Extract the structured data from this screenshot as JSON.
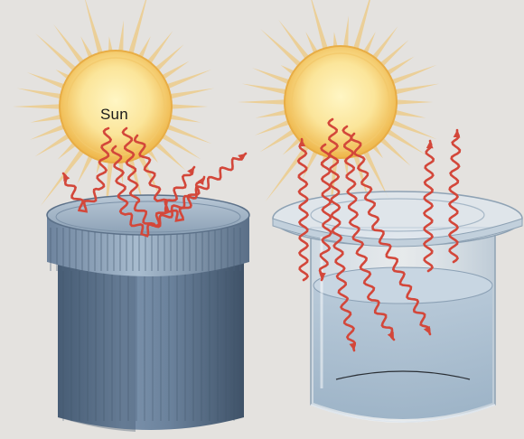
{
  "labels": {
    "sun": "Sun"
  },
  "colors": {
    "background": "#e4e2df",
    "sun_core": "#fbe59a",
    "sun_edge": "#eeb548",
    "sun_rays": "#f0bf5c",
    "radiation": "#d3473a",
    "opaque_container": "#5f768f",
    "glass": "#cfdbe5",
    "water": "#a9bfd1"
  },
  "icons": {
    "left_sun": "sun-icon",
    "right_sun": "sun-icon",
    "left_container": "opaque-ribbed-container",
    "right_container": "transparent-glass-container"
  }
}
